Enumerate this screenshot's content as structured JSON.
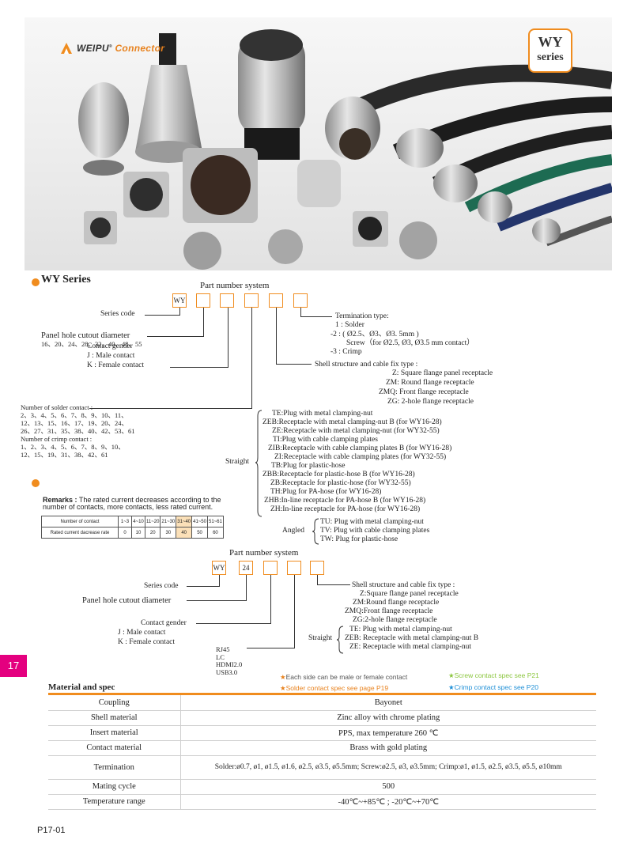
{
  "brand": {
    "name": "WEIPU",
    "suffix": "Connector"
  },
  "badge": {
    "line1": "WY",
    "line2": "series"
  },
  "section_title": "WY Series",
  "pn1": {
    "title": "Part number system",
    "box1": "WY",
    "series_code": "Series code",
    "panel_hole": "Panel hole cutout diameter",
    "panel_values": "16、20、24、28、32、40、48、55",
    "gender_title": "Contact gender",
    "gender_j": "J : Male contact",
    "gender_k": "K : Female contact",
    "solder_title": "Number of solder contact :",
    "solder_l1": "2、3、4、5、6、7、8、9、10、11、",
    "solder_l2": "12、13、15、16、17、19、20、24、",
    "solder_l3": "26、27、31、35、38、40、42、53、61",
    "crimp_title": "Number of crimp contact :",
    "crimp_l1": "1、2、3、4、5、6、7、8、9、10、",
    "crimp_l2": "12、15、19、31、38、42、61",
    "term_title": "Termination type:",
    "term_1": "1 : Solder",
    "term_2": "-2 : ( Ø2.5、Ø3、Ø3. 5mm )",
    "term_2b": "Screw（for Ø2.5, Ø3, Ø3.5 mm contact）",
    "term_3": "-3 : Crimp",
    "shell_title": "Shell structure and cable fix type :",
    "shell": [
      "Z: Square flange panel receptacle",
      "ZM: Round flange receptacle",
      "ZMQ: Front flange receptacle",
      "ZG: 2-hole flange receptacle"
    ],
    "straight_label": "Straight",
    "straight": [
      "TE:Plug with metal clamping-nut",
      "ZEB:Receptacle with metal clamping-nut B (for WY16-28)",
      "ZE:Receptacle with metal clamping-nut (for WY32-55)",
      "TI:Plug  with cable clamping plates",
      "ZIB:Receptacle with cable clamping plates B (for WY16-28)",
      "ZI:Receptacle with cable clamping plates (for WY32-55)",
      "TB:Plug for plastic-hose",
      "ZBB:Receptacle for plastic-hose B (for WY16-28)",
      "ZB:Receptacle for plastic-hose (for WY32-55)",
      "TH:Plug for PA-hose (for WY16-28)",
      "ZHB:In-line receptacle for PA-hose B (for WY16-28)",
      "ZH:In-line receptacle for PA-hose (for WY16-28)"
    ],
    "angled_label": "Angled",
    "angled": [
      "TU: Plug with metal clamping-nut",
      "TV: Plug with cable clamping plates",
      "TW: Plug for plastic-hose"
    ]
  },
  "remarks": {
    "title": "Remarks :",
    "line1": "The rated current decreases according to the",
    "line2": "number of contacts, more contacts, less rated current.",
    "row1_label": "Number of contact",
    "row1": [
      "1~3",
      "4~10",
      "11~20",
      "21~30",
      "31~40",
      "41~50",
      "51~61"
    ],
    "row2_label": "Rated current dacrease rate",
    "row2": [
      "0",
      "10",
      "20",
      "30",
      "40",
      "50",
      "60"
    ]
  },
  "pn2": {
    "title": "Part number system",
    "box1": "WY",
    "box2": "24",
    "series_code": "Series code",
    "panel_hole": "Panel hole cutout diameter",
    "gender_title": "Contact gender",
    "gender_j": "J : Male contact",
    "gender_k": "K : Female contact",
    "types": [
      "RJ45",
      "LC",
      "HDMI2.0",
      "USB3.0"
    ],
    "shell_title": "Shell structure and  cable fix type :",
    "shell": [
      "Z:Square flange panel receptacle",
      "ZM:Round flange receptacle",
      "ZMQ:Front flange receptacle",
      "ZG:2-hole flange receptacle"
    ],
    "straight_label": "Straight",
    "straight": [
      "TE:  Plug with metal clamping-nut",
      "ZEB:  Receptacle with metal clamping-nut B",
      "ZE:  Receptacle with metal clamping-nut"
    ]
  },
  "page_tab": "17",
  "notes": {
    "n1": "Each side can be male or female contact",
    "n2": "Solder contact spec see page P19",
    "n3": "Screw contact spec see P21",
    "n4": "Crimp contact spec see P20"
  },
  "spec": {
    "title": "Material and spec",
    "rows": [
      {
        "k": "Coupling",
        "v": "Bayonet"
      },
      {
        "k": "Shell material",
        "v": "Zinc alloy with chrome plating"
      },
      {
        "k": "Insert material",
        "v": "PPS, max temperature 260 ℃"
      },
      {
        "k": "Contact material",
        "v": "Brass with gold plating"
      },
      {
        "k": "Termination",
        "v": "Solder:ø0.7,  ø1,  ø1.5,  ø1.6,  ø2.5,  ø3.5,  ø5.5mm;      Screw:ø2.5,  ø3,  ø3.5mm;      Crimp:ø1,  ø1.5,  ø2.5,  ø3.5,  ø5.5,  ø10mm"
      },
      {
        "k": "Mating cycle",
        "v": "500"
      },
      {
        "k": "Temperature range",
        "v": "-40℃~+85℃ ; -20℃~+70℃"
      }
    ]
  },
  "footer": "P17-01",
  "colors": {
    "accent": "#f08c1e",
    "tab": "#e4007f",
    "green": "#8cc63f",
    "blue": "#1e8fd6"
  }
}
